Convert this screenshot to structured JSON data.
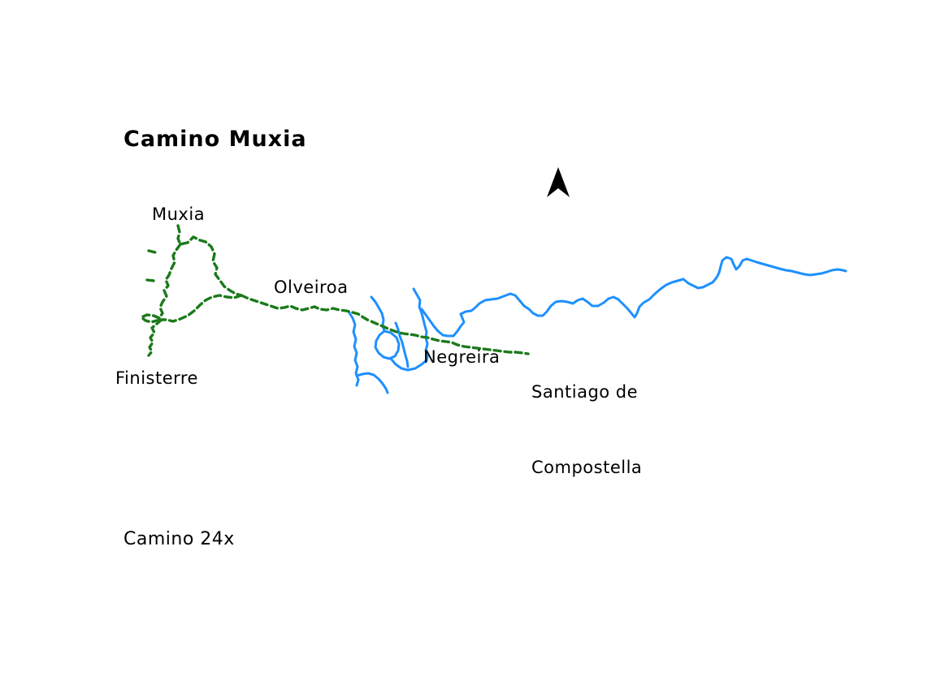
{
  "map": {
    "title": "Camino Muxia",
    "caption": "Camino 24x",
    "labels": {
      "muxia": "Muxia",
      "finisterre": "Finisterre",
      "olveiroa": "Olveiroa",
      "negreira": "Negreira",
      "santiago_line1": "Santiago de",
      "santiago_line2": "Compostella"
    },
    "colors": {
      "route_green": "#1b7a1b",
      "water_blue": "#1e90ff",
      "arrow_black": "#000000",
      "background": "#ffffff",
      "text": "#000000"
    }
  }
}
